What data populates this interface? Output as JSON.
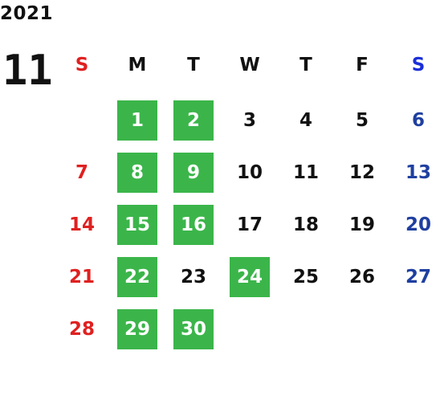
{
  "calendar": {
    "year": "2021",
    "month": "11",
    "weekdays": [
      "S",
      "M",
      "T",
      "W",
      "T",
      "F",
      "S"
    ],
    "weeks": [
      [
        "",
        "1",
        "2",
        "3",
        "4",
        "5",
        "6"
      ],
      [
        "7",
        "8",
        "9",
        "10",
        "11",
        "12",
        "13"
      ],
      [
        "14",
        "15",
        "16",
        "17",
        "18",
        "19",
        "20"
      ],
      [
        "21",
        "22",
        "23",
        "24",
        "25",
        "26",
        "27"
      ],
      [
        "28",
        "29",
        "30",
        "",
        "",
        "",
        ""
      ]
    ],
    "highlighted_days": [
      "1",
      "2",
      "8",
      "9",
      "15",
      "16",
      "22",
      "24",
      "29",
      "30"
    ],
    "colors": {
      "highlight": "#3bb54a",
      "sunday": "#e02020",
      "saturday": "#1f3fa0",
      "text": "#111111"
    }
  }
}
